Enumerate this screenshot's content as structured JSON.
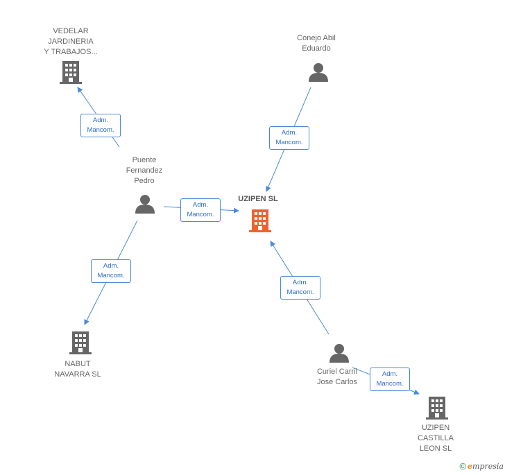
{
  "colors": {
    "edge": "#4a8ad4",
    "node_icon": "#666666",
    "main_node_icon": "#f0622d"
  },
  "nodes": {
    "vedelar": {
      "label": "VEDELAR\nJARDINERIA\nY TRABAJOS...",
      "icon": "building-icon"
    },
    "conejo": {
      "label": "Conejo Abil\nEduardo",
      "icon": "person-icon"
    },
    "puente": {
      "label": "Puente\nFernandez\nPedro",
      "icon": "person-icon"
    },
    "uzipen": {
      "label": "UZIPEN SL",
      "icon": "building-icon"
    },
    "nabut": {
      "label": "NABUT\nNAVARRA SL",
      "icon": "building-icon"
    },
    "curiel": {
      "label": "Curiel Carril\nJose Carlos",
      "icon": "person-icon"
    },
    "castilla": {
      "label": "UZIPEN\nCASTILLA\nLEON SL",
      "icon": "building-icon"
    }
  },
  "edges": [
    {
      "line1": "Adm.",
      "line2": "Mancom."
    },
    {
      "line1": "Adm.",
      "line2": "Mancom."
    },
    {
      "line1": "Adm.",
      "line2": "Mancom."
    },
    {
      "line1": "Adm.",
      "line2": "Mancom."
    },
    {
      "line1": "Adm.",
      "line2": "Mancom."
    },
    {
      "line1": "Adm.",
      "line2": "Mancom."
    }
  ],
  "footer": {
    "copyright_symbol": "©",
    "brand_initial": "e",
    "brand_rest": "mpresia"
  }
}
